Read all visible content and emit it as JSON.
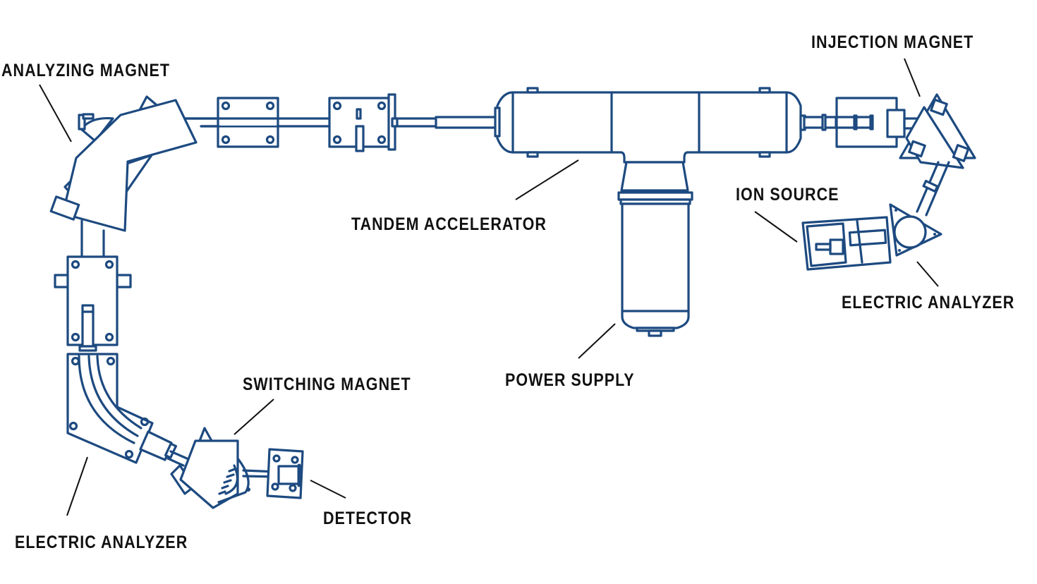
{
  "diagram": {
    "type": "accelerator-mass-spectrometer-schematic",
    "stroke_color": "#1d4a80",
    "label_color": "#111111",
    "background": "#ffffff"
  },
  "labels": {
    "analyzing_magnet": "ANALYZING MAGNET",
    "injection_magnet": "INJECTION MAGNET",
    "tandem_accelerator": "TANDEM ACCELERATOR",
    "ion_source": "ION SOURCE",
    "electric_analyzer_right": "ELECTRIC ANALYZER",
    "power_supply": "POWER SUPPLY",
    "switching_magnet": "SWITCHING MAGNET",
    "detector": "DETECTOR",
    "electric_analyzer_left": "ELECTRIC ANALYZER"
  }
}
